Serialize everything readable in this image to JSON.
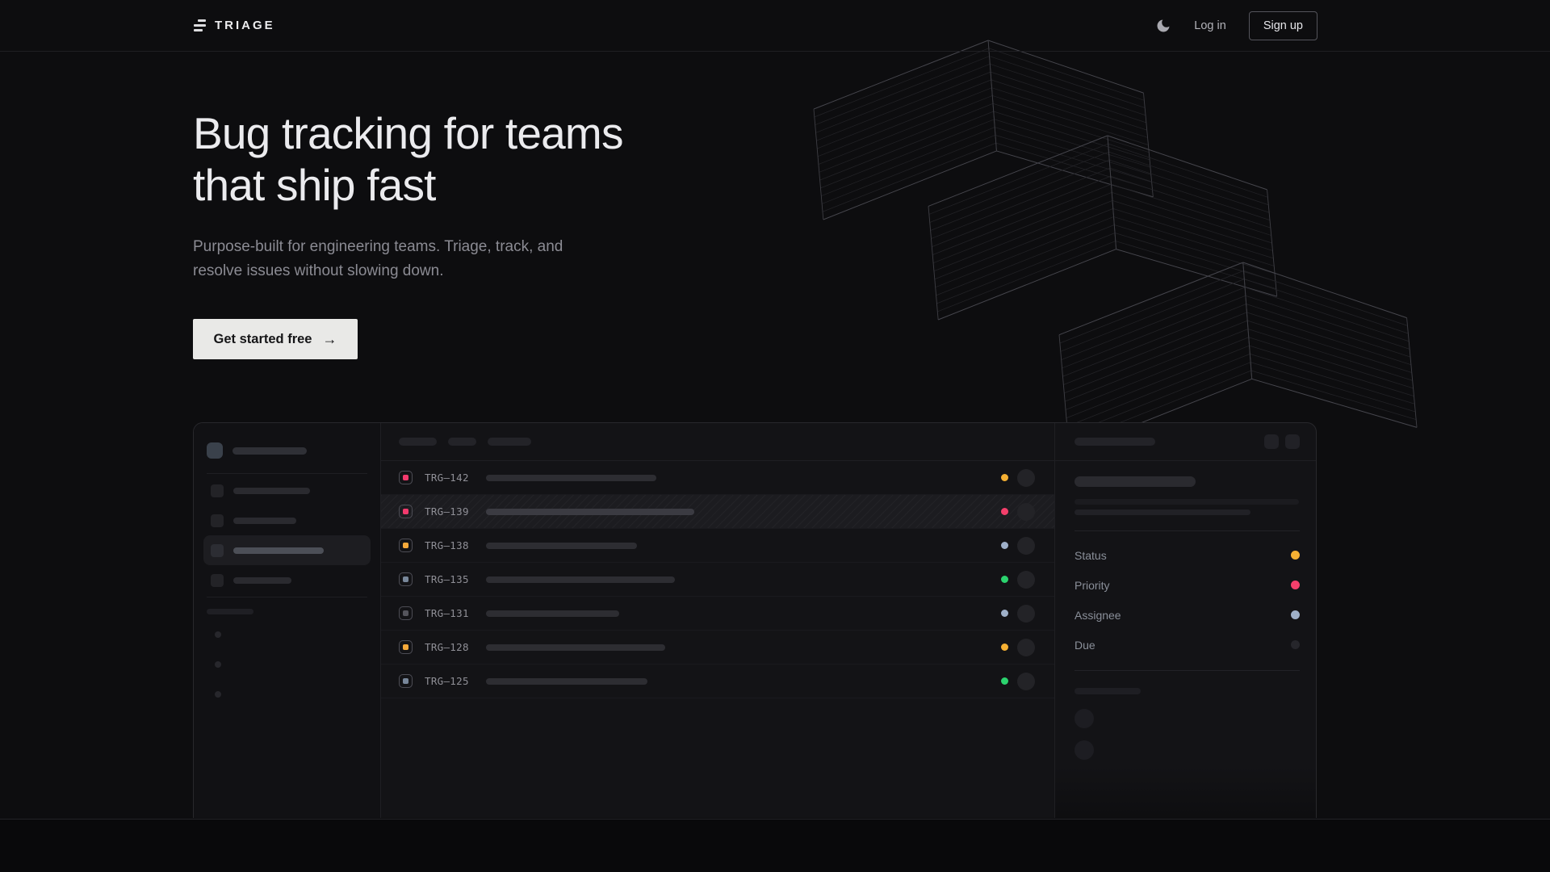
{
  "nav": {
    "brand": "TRIAGE",
    "login_label": "Log in",
    "signup_label": "Sign up",
    "icons": {
      "logo": "triage-bars-icon",
      "theme_toggle": "moon-icon"
    }
  },
  "hero": {
    "title_line1": "Bug tracking for teams",
    "title_line2": "that ship fast",
    "subtitle_line1": "Purpose-built for engineering teams. Triage, track, and",
    "subtitle_line2": "resolve issues without slowing down.",
    "cta": {
      "label": "Get started free",
      "arrow": "→",
      "icon": "arrow-right-icon"
    }
  },
  "mockup": {
    "list": {
      "issues": [
        {
          "id": "TRG–142",
          "icon_color": "#f23a6d",
          "status_color": "#f5b033",
          "title_width": 211,
          "highlighted": false
        },
        {
          "id": "TRG–139",
          "icon_color": "#f23a6d",
          "status_color": "#f43f6b",
          "title_width": 258,
          "highlighted": true
        },
        {
          "id": "TRG–138",
          "icon_color": "#f5a93a",
          "status_color": "#9fb0c9",
          "title_width": 187,
          "highlighted": false
        },
        {
          "id": "TRG–135",
          "icon_color": "#78879a",
          "status_color": "#2bd36e",
          "title_width": 234,
          "highlighted": false
        },
        {
          "id": "TRG–131",
          "icon_color": "#55555c",
          "status_color": "#9fb0c9",
          "title_width": 165,
          "highlighted": false
        },
        {
          "id": "TRG–128",
          "icon_color": "#f5a93a",
          "status_color": "#f5b033",
          "title_width": 222,
          "highlighted": false
        },
        {
          "id": "TRG–125",
          "icon_color": "#78879a",
          "status_color": "#2bd36e",
          "title_width": 200,
          "highlighted": false
        }
      ]
    },
    "detail": {
      "fields": [
        {
          "label": "Status",
          "color": "#f5b033"
        },
        {
          "label": "Priority",
          "color": "#f43f6b"
        },
        {
          "label": "Assignee",
          "color": "#9fb0c9"
        },
        {
          "label": "Due",
          "color": "#26262b"
        }
      ]
    }
  },
  "colors": {
    "page_bg": "#0d0d0f",
    "panel_bg": "#131316",
    "amber": "#f5b033",
    "pink": "#f43f6b",
    "green": "#2bd36e",
    "lavender": "#9fb0c9",
    "cta_bg": "#e9e9e7"
  }
}
